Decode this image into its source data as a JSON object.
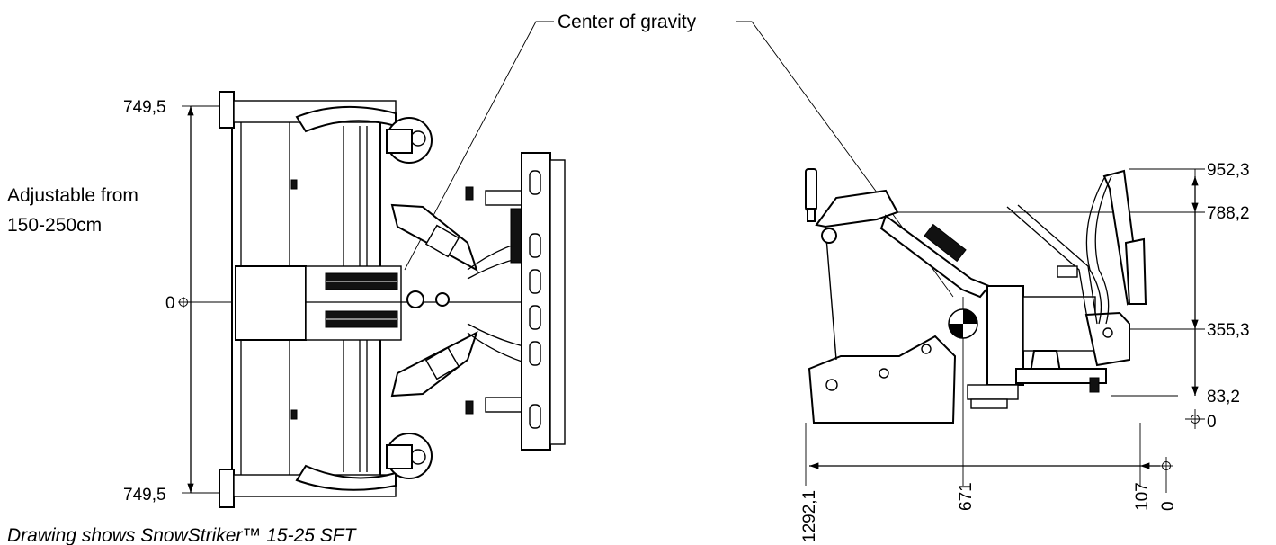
{
  "callout": {
    "center_of_gravity": "Center of gravity"
  },
  "note": {
    "line1": "Adjustable from",
    "line2": "150-250cm"
  },
  "caption": "Drawing shows SnowStriker™ 15-25 SFT",
  "top_view": {
    "dim_top": "749,5",
    "dim_zero": "0",
    "dim_bottom": "749,5"
  },
  "side_view": {
    "v_dims": [
      "952,3",
      "788,2",
      "355,3",
      "83,2",
      "0"
    ],
    "h_dims": [
      "1292,1",
      "671",
      "107",
      "0"
    ]
  }
}
